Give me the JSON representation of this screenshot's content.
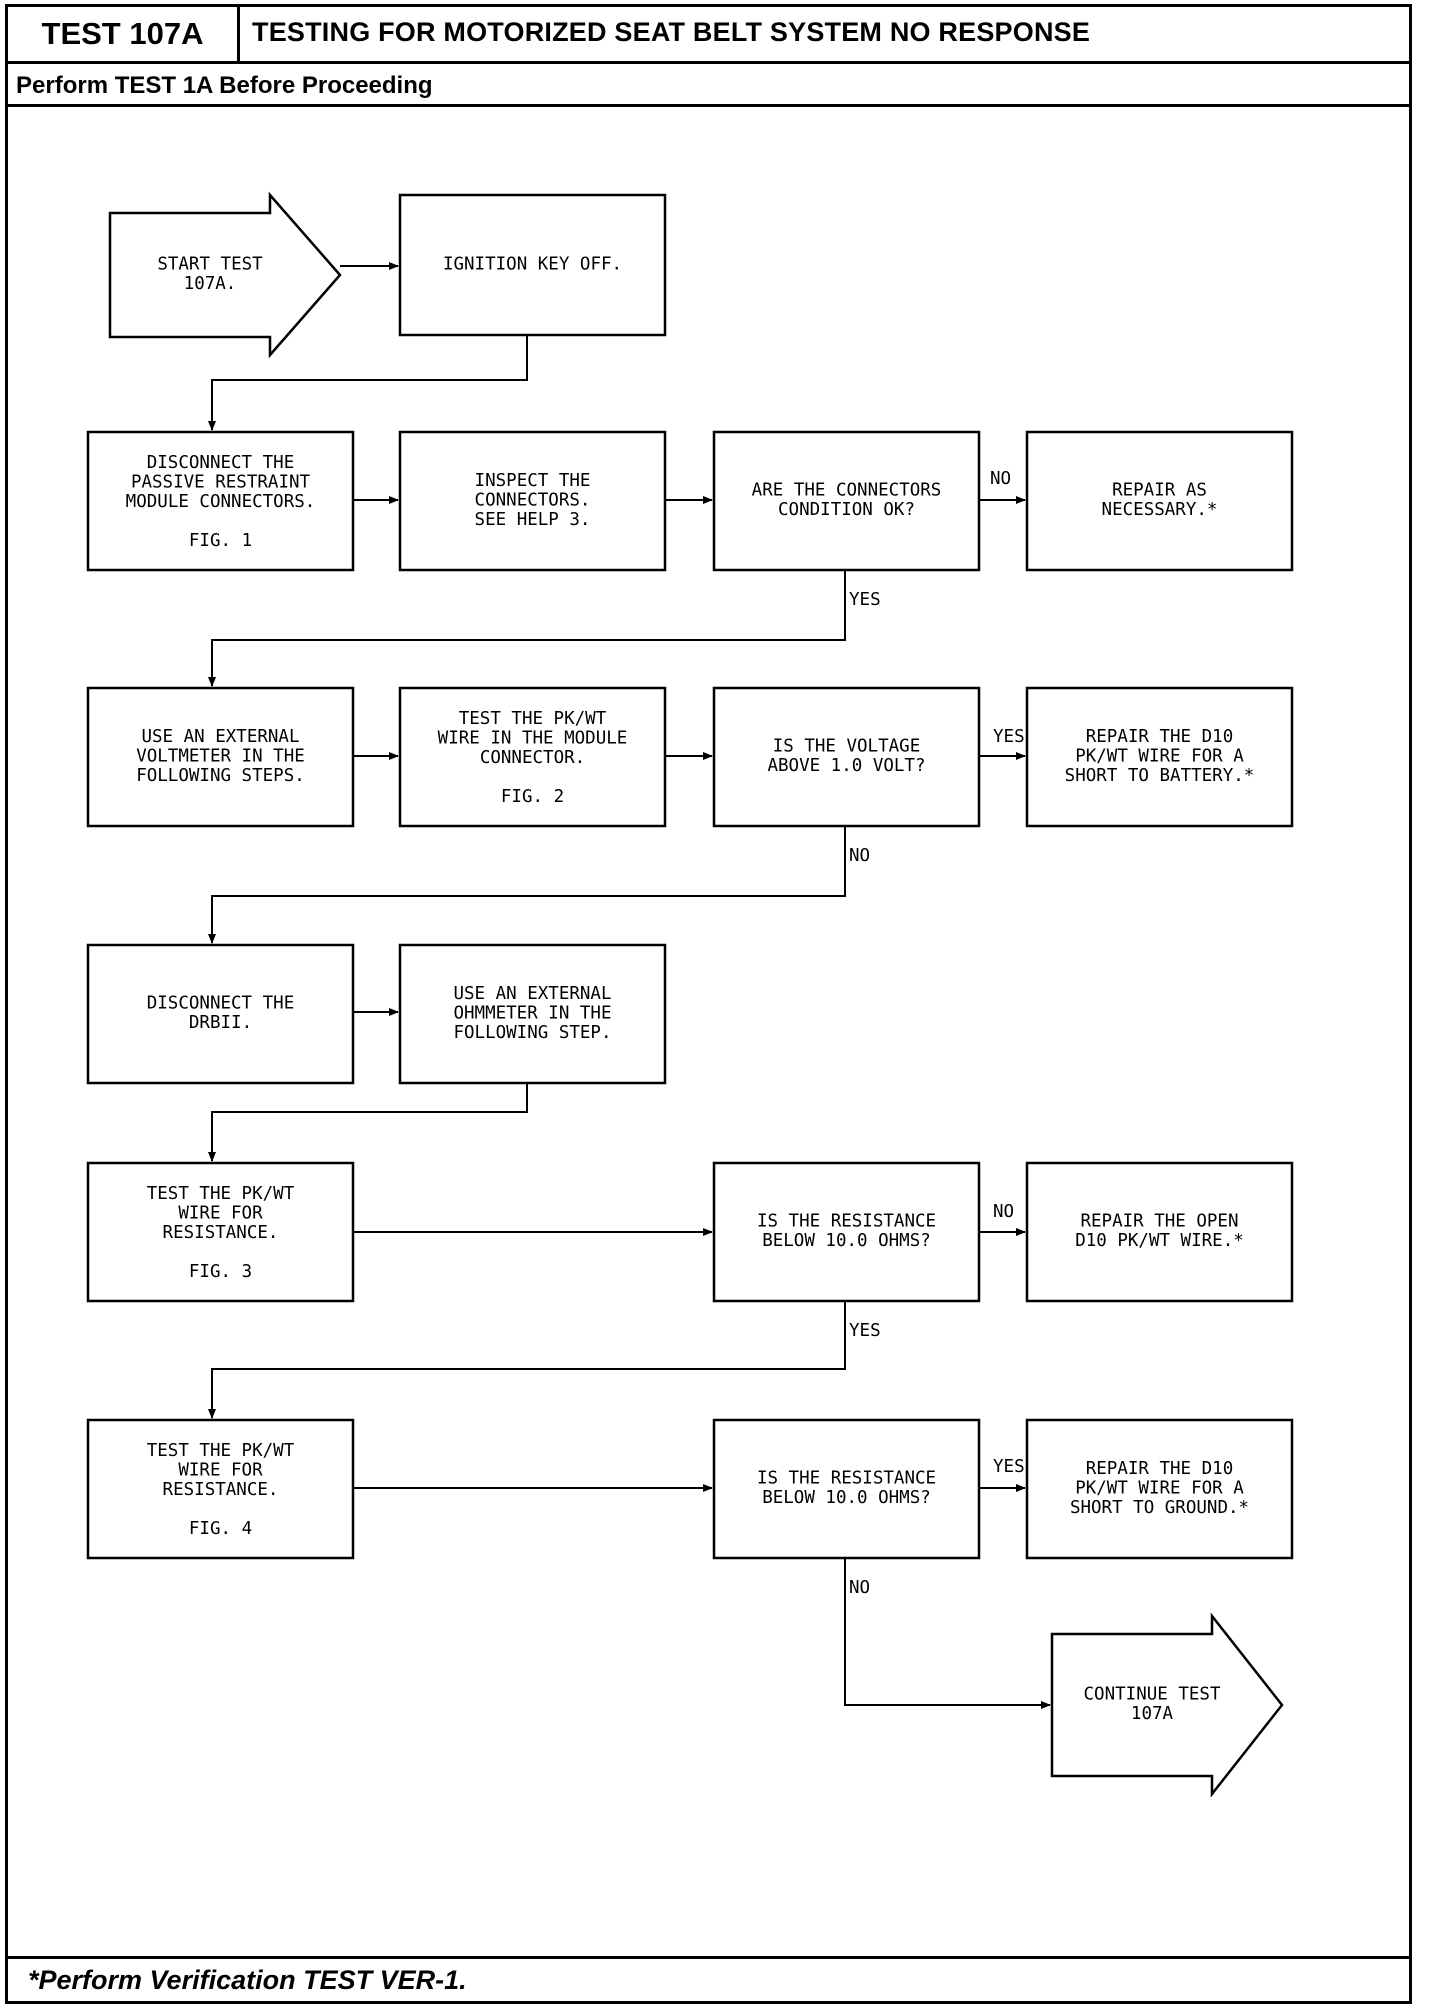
{
  "header": {
    "test_id": "TEST 107A",
    "title": "TESTING FOR MOTORIZED SEAT BELT SYSTEM NO RESPONSE",
    "subtitle": "Perform TEST 1A Before Proceeding"
  },
  "footer": {
    "note": "*Perform Verification TEST VER-1."
  },
  "flow": {
    "start": [
      "START TEST",
      "107A."
    ],
    "ignition": [
      "IGNITION KEY OFF."
    ],
    "disconnect_module": [
      "DISCONNECT THE",
      "PASSIVE RESTRAINT",
      "MODULE CONNECTORS.",
      "",
      "FIG. 1"
    ],
    "inspect": [
      "INSPECT THE",
      "CONNECTORS.",
      "SEE HELP 3."
    ],
    "connectors_ok": [
      "ARE THE CONNECTORS",
      "CONDITION OK?"
    ],
    "repair_necessary": [
      "REPAIR AS",
      "NECESSARY.*"
    ],
    "voltmeter": [
      "USE AN EXTERNAL",
      "VOLTMETER IN THE",
      "FOLLOWING STEPS."
    ],
    "test_module_wire": [
      "TEST THE PK/WT",
      "WIRE IN THE MODULE",
      "CONNECTOR.",
      "",
      "FIG. 2"
    ],
    "voltage_q": [
      "IS THE VOLTAGE",
      "ABOVE 1.0 VOLT?"
    ],
    "repair_battery": [
      "REPAIR THE D10",
      "PK/WT WIRE FOR A",
      "SHORT TO BATTERY.*"
    ],
    "disconnect_drbii": [
      "DISCONNECT THE",
      "DRBII."
    ],
    "ohmmeter": [
      "USE AN EXTERNAL",
      "OHMMETER IN THE",
      "FOLLOWING STEP."
    ],
    "test_res_1": [
      "TEST THE PK/WT",
      "WIRE FOR",
      "RESISTANCE.",
      "",
      "FIG. 3"
    ],
    "res_q_1": [
      "IS THE RESISTANCE",
      "BELOW 10.0 OHMS?"
    ],
    "repair_open": [
      "REPAIR THE OPEN",
      "D10 PK/WT WIRE.*"
    ],
    "test_res_2": [
      "TEST THE PK/WT",
      "WIRE FOR",
      "RESISTANCE.",
      "",
      "FIG. 4"
    ],
    "res_q_2": [
      "IS THE RESISTANCE",
      "BELOW 10.0 OHMS?"
    ],
    "repair_ground": [
      "REPAIR THE D10",
      "PK/WT WIRE FOR A",
      "SHORT TO GROUND.*"
    ],
    "continue": [
      "CONTINUE TEST",
      "107A"
    ]
  },
  "labels": {
    "no1": "NO",
    "yes1": "YES",
    "yes2": "YES",
    "no2": "NO",
    "no3": "NO",
    "yes3": "YES",
    "yes4": "YES",
    "no4": "NO"
  }
}
